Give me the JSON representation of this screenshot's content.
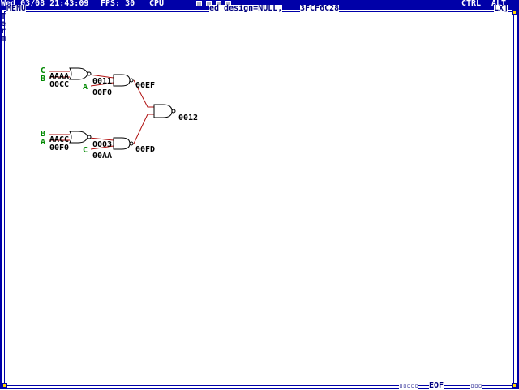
{
  "status_bar": {
    "datetime": "Wed 03/08 21:43:09",
    "fps": "FPS: 30",
    "cpu": "CPU",
    "ctrl": "CTRL",
    "alt": "ALT"
  },
  "window": {
    "menu_label": "MENU",
    "title": "ed design=NULL,",
    "address": "3FCF6C28",
    "close_label": "LX]",
    "side_label": "Term",
    "eof_label": "EOF"
  },
  "circuit": {
    "gates": [
      {
        "inputs": [
          "C",
          "B"
        ],
        "in_value": "AAAA",
        "in_value2": "00CC",
        "mid_input": "A",
        "mid_value": "0011",
        "mid_value2": "00F0",
        "out": "00EF"
      },
      {
        "inputs": [
          "B",
          "A"
        ],
        "in_value": "AACC",
        "in_value2": "00F0",
        "mid_input": "C",
        "mid_value": "0003",
        "mid_value2": "00AA",
        "out": "00FD"
      }
    ],
    "final_out": "0012"
  }
}
